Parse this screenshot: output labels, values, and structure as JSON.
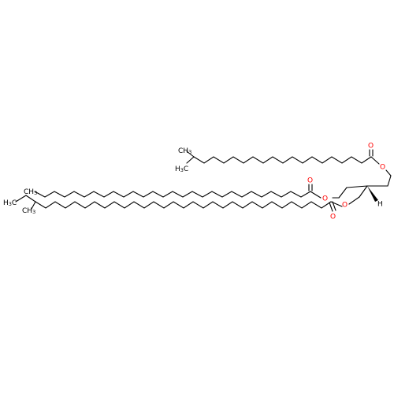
{
  "molecule": {
    "bond_color": "#000000",
    "oxygen_color": "#ff0000",
    "background": "#ffffff"
  },
  "labels": {
    "methyl_top_upper": {
      "main": "CH",
      "sub": "3"
    },
    "methyl_top_lower": {
      "main": "H",
      "sub": "3",
      "tail": "C"
    },
    "methyl_middle": {
      "main": "CH",
      "sub": "3"
    },
    "methyl_bottom_upper": {
      "main": "H",
      "sub": "3",
      "tail": "C"
    },
    "methyl_bottom_lower": {
      "main": "CH",
      "sub": "3"
    },
    "o_carbonyl_top": "O",
    "o_ester_top": "O",
    "o_carbonyl_middle": "O",
    "o_ester_middle": "O",
    "o_ester_bottom": "O",
    "o_carbonyl_bottom": "O",
    "hydrogen_stereo": "H"
  }
}
